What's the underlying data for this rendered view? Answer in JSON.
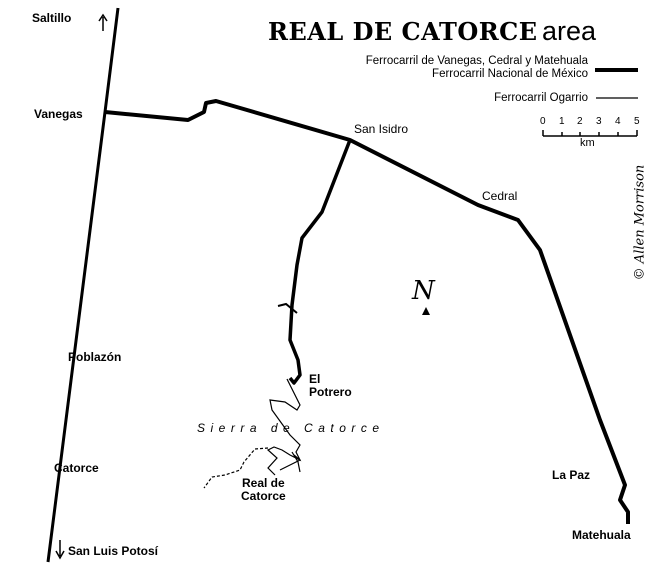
{
  "title": {
    "main": "REAL DE CATORCE",
    "suffix": "area"
  },
  "legend": {
    "line1": "Ferrocarril de Vanegas, Cedral y Matehuala",
    "line2": "Ferrocarril Nacional de México",
    "line3": "Ferrocarril Ogarrio"
  },
  "scale": {
    "ticks": [
      "0",
      "1",
      "2",
      "3",
      "4",
      "5"
    ],
    "unit": "km"
  },
  "places": {
    "saltillo": "Saltillo",
    "vanegas": "Vanegas",
    "san_isidro": "San Isidro",
    "cedral": "Cedral",
    "poblazon": "Poblazón",
    "catorce": "Catorce",
    "san_luis": "San Luis Potosí",
    "el_potrero_1": "El",
    "el_potrero_2": "Potrero",
    "real_1": "Real de",
    "real_2": "Catorce",
    "la_paz": "La Paz",
    "matehuala": "Matehuala"
  },
  "sierra": "Sierra de Catorce",
  "north": "N",
  "copyright": "© Allen Morrison"
}
